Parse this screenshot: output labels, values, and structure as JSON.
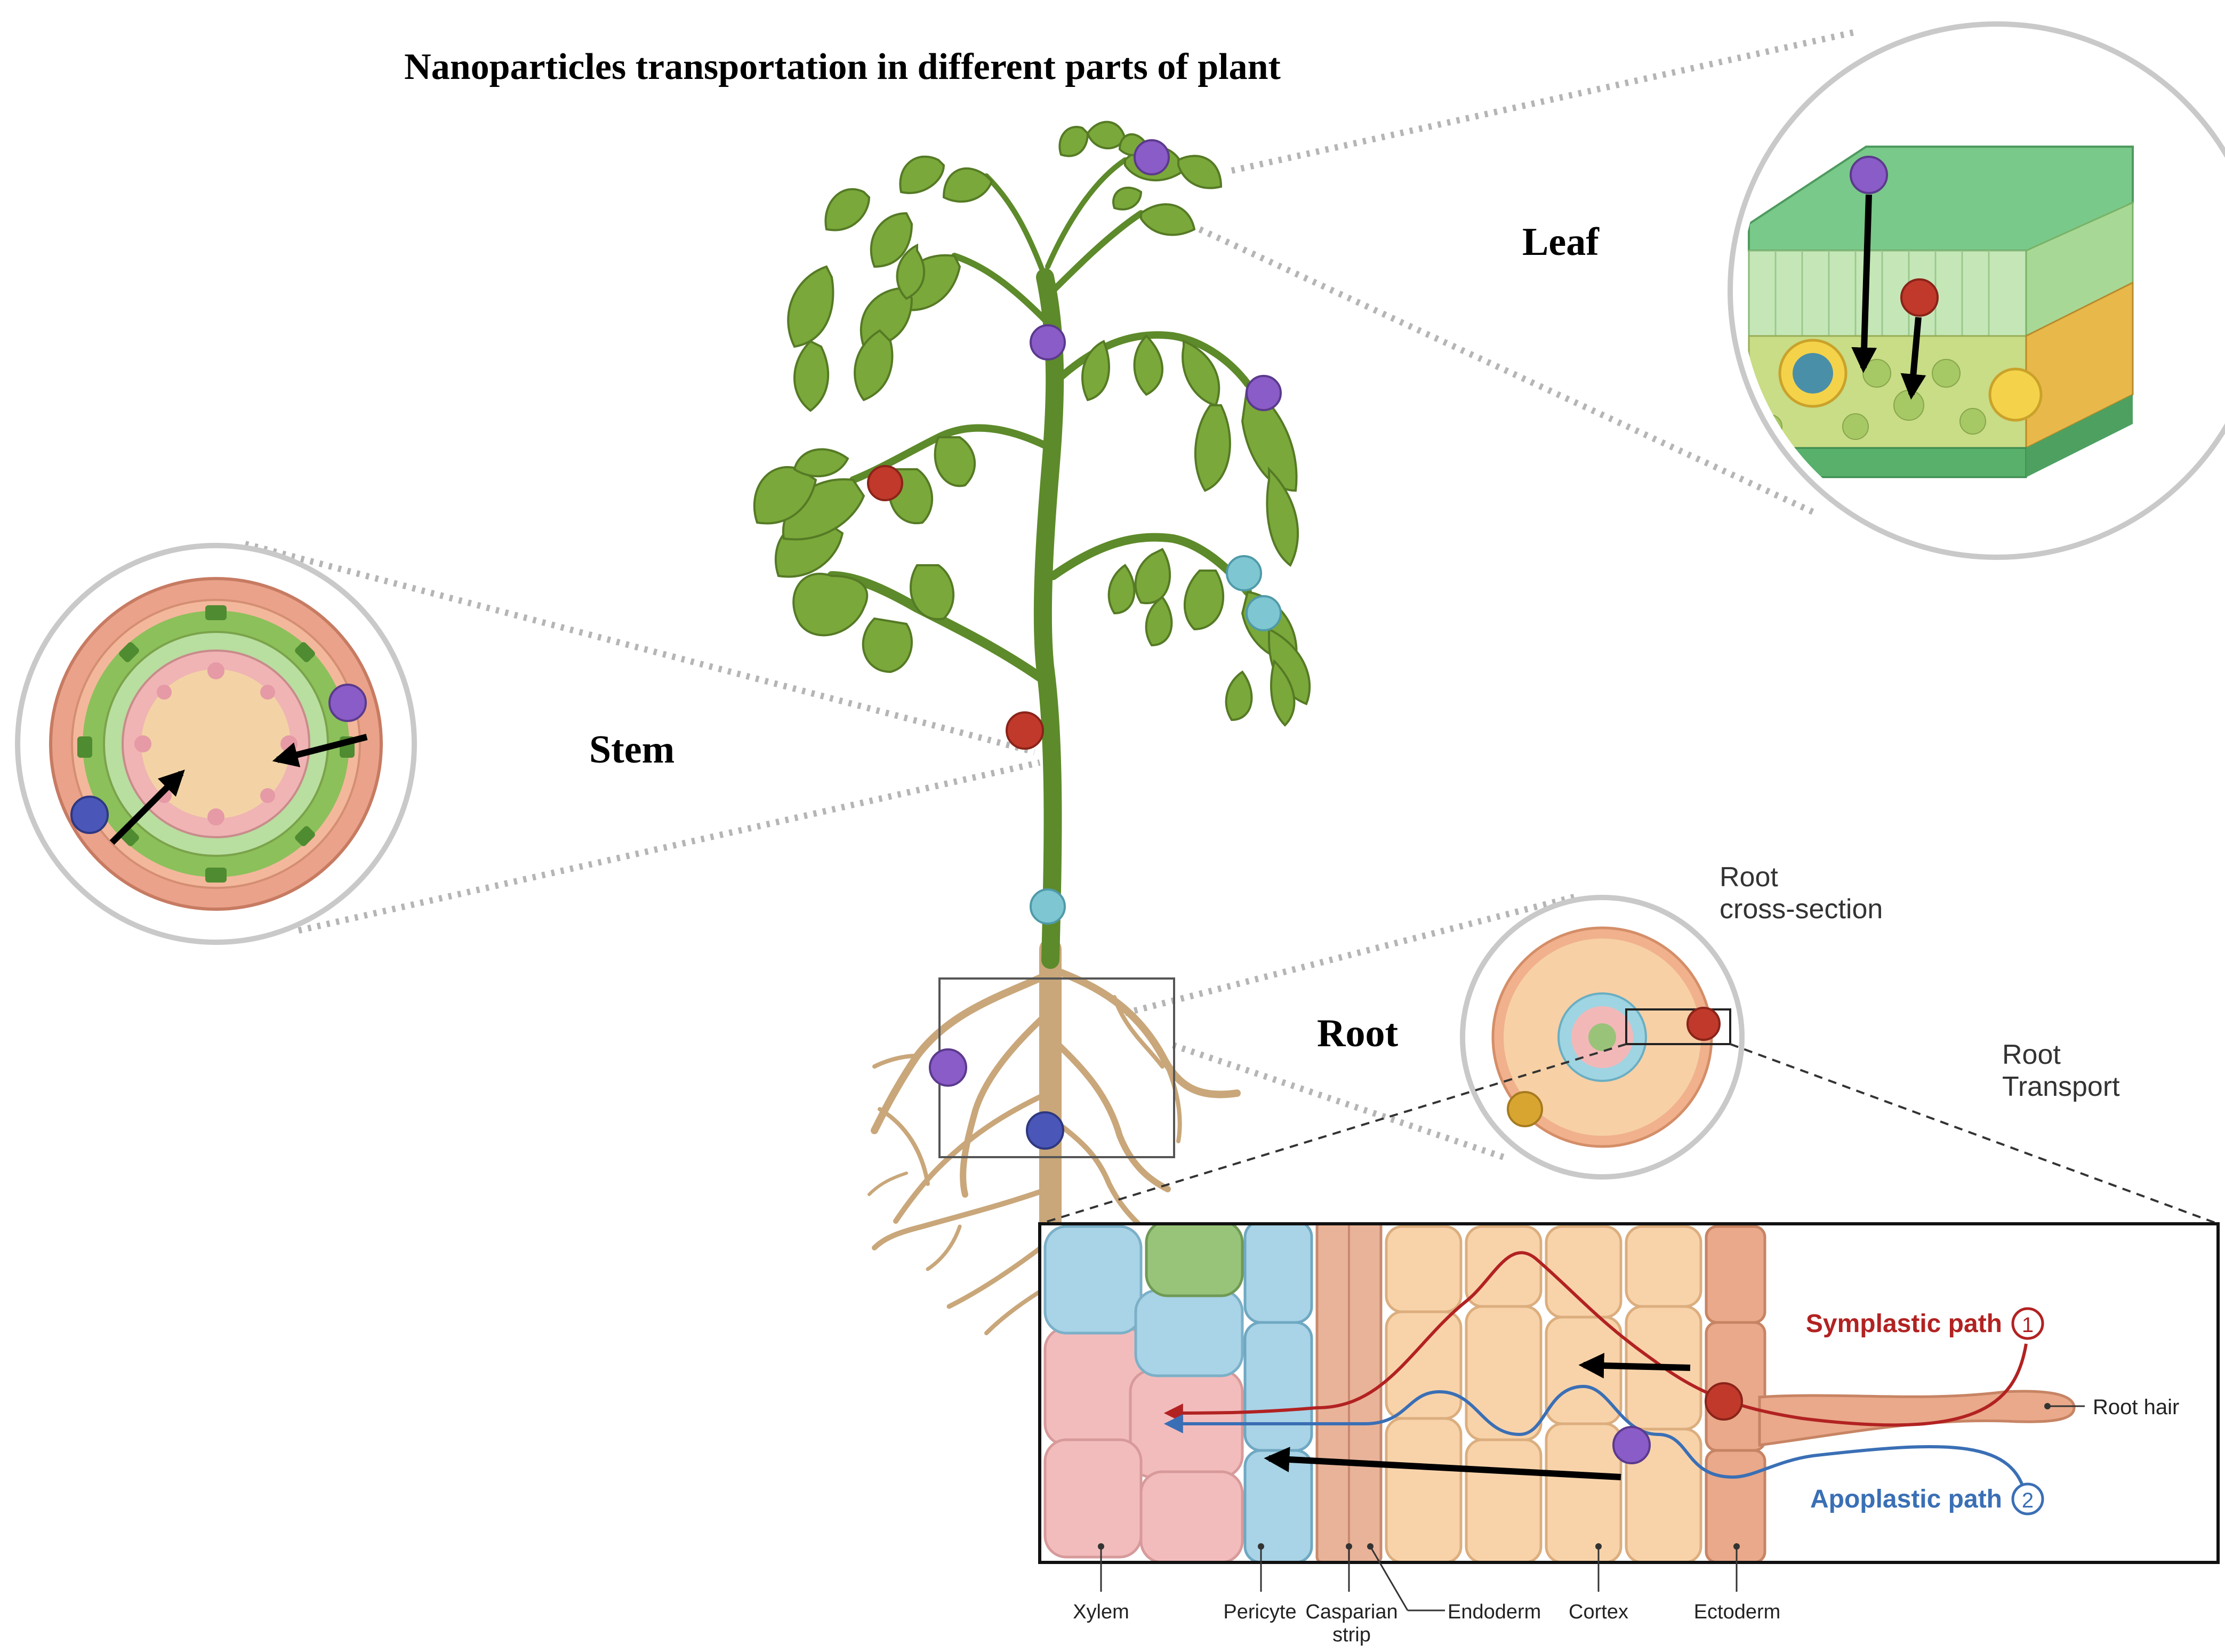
{
  "title": "Nanoparticles transportation in different parts of plant",
  "section_labels": {
    "leaf": "Leaf",
    "stem": "Stem",
    "root": "Root",
    "root_cross_section_line1": "Root",
    "root_cross_section_line2": "cross-section",
    "root_transport_line1": "Root",
    "root_transport_line2": "Transport"
  },
  "paths": {
    "symplastic": {
      "label": "Symplastic path",
      "number": "1",
      "color": "#b22222"
    },
    "apoplastic": {
      "label": "Apoplastic path",
      "number": "2",
      "color": "#3a6fb5"
    }
  },
  "callouts": {
    "root_hair": "Root hair"
  },
  "tissue_labels": {
    "xylem": "Xylem",
    "pericyte": "Pericyte",
    "casparian_line1": "Casparian",
    "casparian_line2": "strip",
    "endoderm": "Endoderm",
    "cortex": "Cortex",
    "ectoderm": "Ectoderm"
  },
  "colors": {
    "leaf_green": "#7aa83a",
    "stem_green": "#5d8a2a",
    "root_tan": "#c9a77a",
    "xylem_pink": "#f3bcbc",
    "pericyte_blue": "#a9d3e6",
    "cortex_peach": "#f8d3aa",
    "ectoderm_salmon": "#e9a98a",
    "np_purple": "#8a5cc7",
    "np_red": "#c0392b",
    "np_teal": "#7fc6d3",
    "np_blue": "#4a56b8",
    "np_gold": "#d8a531"
  }
}
